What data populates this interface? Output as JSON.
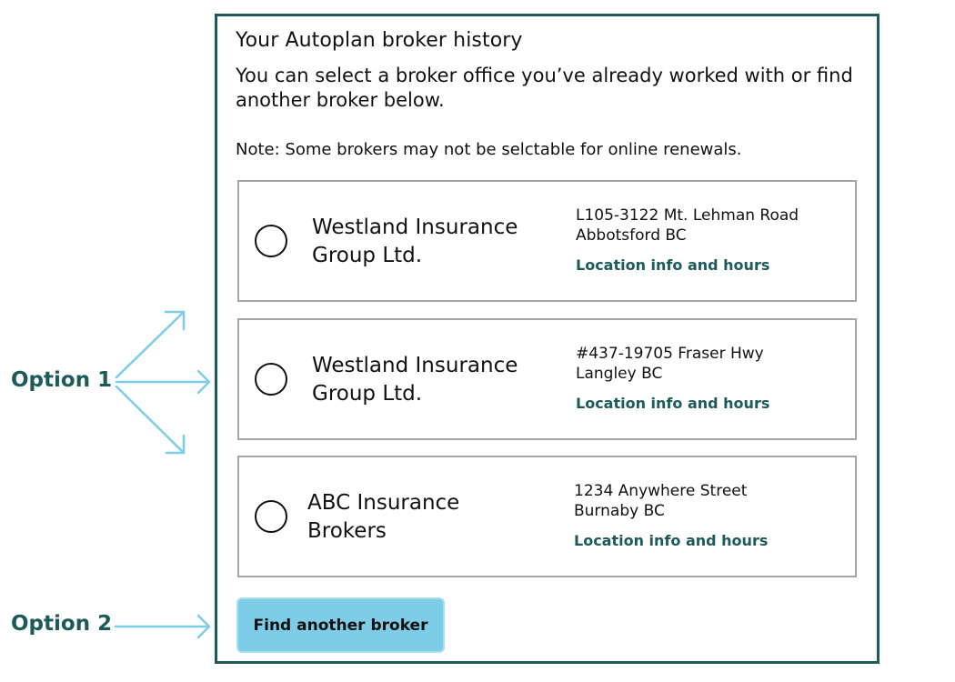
{
  "panel": {
    "title": "Your Autoplan broker history",
    "intro": "You can select a broker office you’ve already worked with or find another broker below.",
    "note": "Note: Some brokers may not be selctable for online renewals."
  },
  "brokers": [
    {
      "name_line1": "Westland Insurance",
      "name_line2": "Group Ltd.",
      "address_line1": "L105-3122 Mt. Lehman Road",
      "address_line2": "Abbotsford BC",
      "link_label": "Location info and hours"
    },
    {
      "name_line1": "Westland Insurance",
      "name_line2": "Group Ltd.",
      "address_line1": "#437-19705 Fraser Hwy",
      "address_line2": "Langley BC",
      "link_label": "Location info and hours"
    },
    {
      "name_line1": "ABC Insurance",
      "name_line2": "Brokers",
      "address_line1": "1234 Anywhere Street",
      "address_line2": "Burnaby BC",
      "link_label": "Location info and hours"
    }
  ],
  "find_button_label": "Find another broker",
  "annotations": {
    "option1": "Option 1",
    "option2": "Option 2"
  },
  "colors": {
    "panel_border": "#1d5a5c",
    "accent_text": "#1d5a5c",
    "button_fill": "#7dcde8",
    "arrow": "#7dcde8",
    "card_border": "#a6a6a6"
  }
}
